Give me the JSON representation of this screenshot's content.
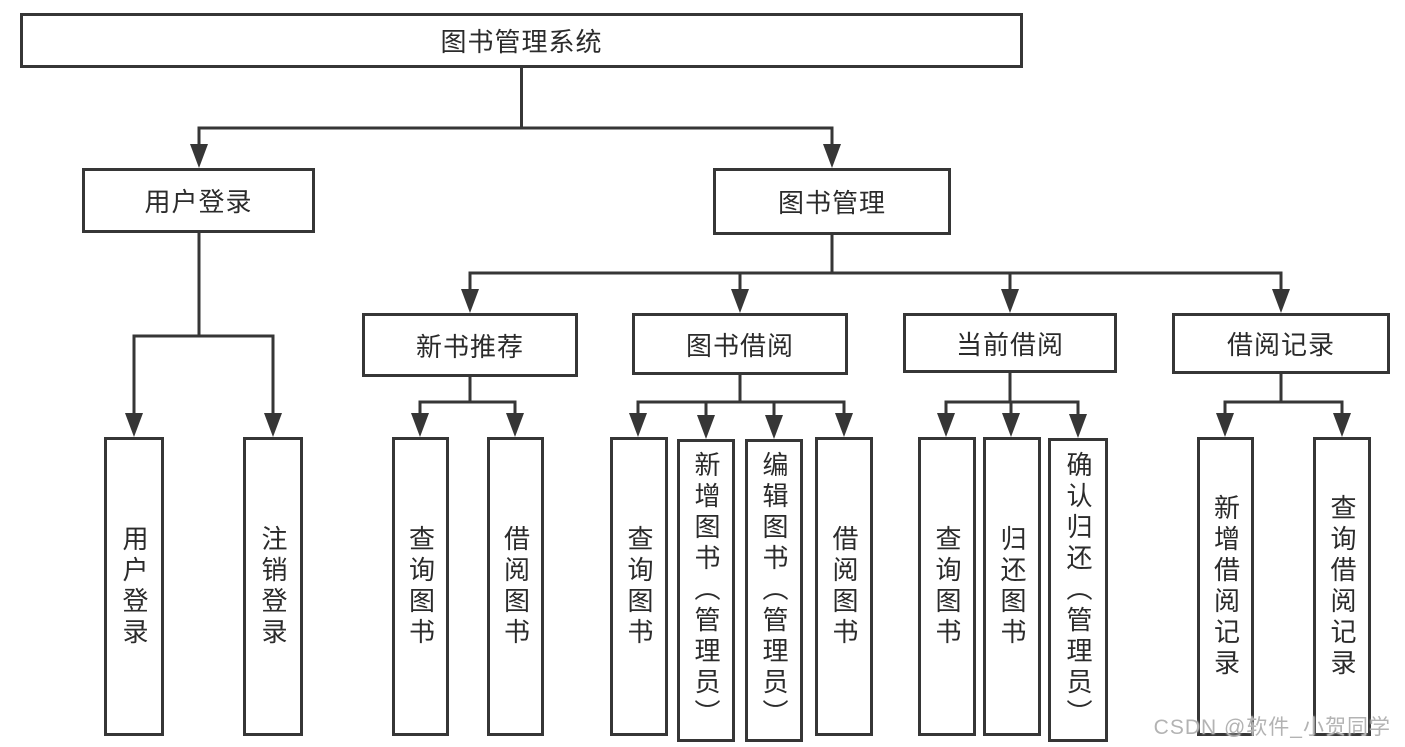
{
  "tree": {
    "label": "图书管理系统",
    "children": [
      {
        "label": "用户登录",
        "children": [
          {
            "label": "用户登录"
          },
          {
            "label": "注销登录"
          }
        ]
      },
      {
        "label": "图书管理",
        "children": [
          {
            "label": "新书推荐",
            "children": [
              {
                "label": "查询图书"
              },
              {
                "label": "借阅图书"
              }
            ]
          },
          {
            "label": "图书借阅",
            "children": [
              {
                "label": "查询图书"
              },
              {
                "label": "新增图书（管理员）"
              },
              {
                "label": "编辑图书（管理员）"
              },
              {
                "label": "借阅图书"
              }
            ]
          },
          {
            "label": "当前借阅",
            "children": [
              {
                "label": "查询图书"
              },
              {
                "label": "归还图书"
              },
              {
                "label": "确认归还（管理员）"
              }
            ]
          },
          {
            "label": "借阅记录",
            "children": [
              {
                "label": "新增借阅记录"
              },
              {
                "label": "查询借阅记录"
              }
            ]
          }
        ]
      }
    ]
  },
  "watermark": "CSDN @软件_小贺同学",
  "colors": {
    "line": "#363636",
    "text": "#2b2b2b",
    "background": "#ffffff",
    "watermark": "#b3b3b3"
  }
}
